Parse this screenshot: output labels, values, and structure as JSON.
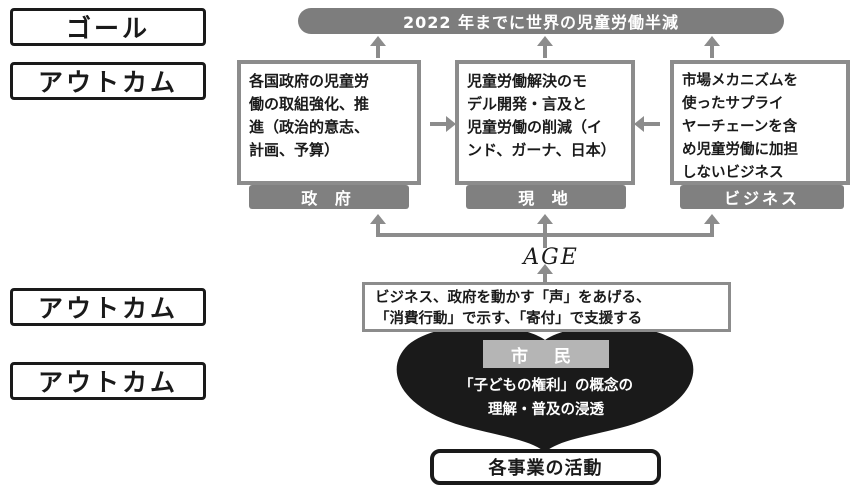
{
  "labels": {
    "goal": "ゴール",
    "outcome1": "アウトカム",
    "outcome2": "アウトカム",
    "outcome3": "アウトカム"
  },
  "goal_text": "2022 年までに世界の児童労働半減",
  "boxes": [
    {
      "lines": [
        "各国政府の児童労",
        "働の取組強化、推",
        "進（政治的意志、",
        "計画、予算）"
      ],
      "tab": "政 府"
    },
    {
      "lines": [
        "児童労働解決のモ",
        "デル開発・言及と",
        "児童労働の削減（イ",
        "ンド、ガーナ、日本）"
      ],
      "tab": "現 地"
    },
    {
      "lines": [
        "市場メカニズムを",
        "使ったサプライ",
        "ヤーチェーンを含",
        "め児童労働に加担",
        "しないビジネス"
      ],
      "tab": "ビジネス"
    }
  ],
  "age_logo": "AGE",
  "voice": [
    "ビジネス、政府を動かす「声」をあげる、",
    "「消費行動」で示す、「寄付」で支援する"
  ],
  "citizen": "市 民",
  "heart": [
    "「子どもの権利」の概念の",
    "理解・普及の浸透"
  ],
  "activities": "各事業の活動",
  "colors": {
    "box_border": "#8c8c8c",
    "tab": "#808080",
    "heart": "#1a1a1a",
    "arrow": "#8c8c8c"
  }
}
